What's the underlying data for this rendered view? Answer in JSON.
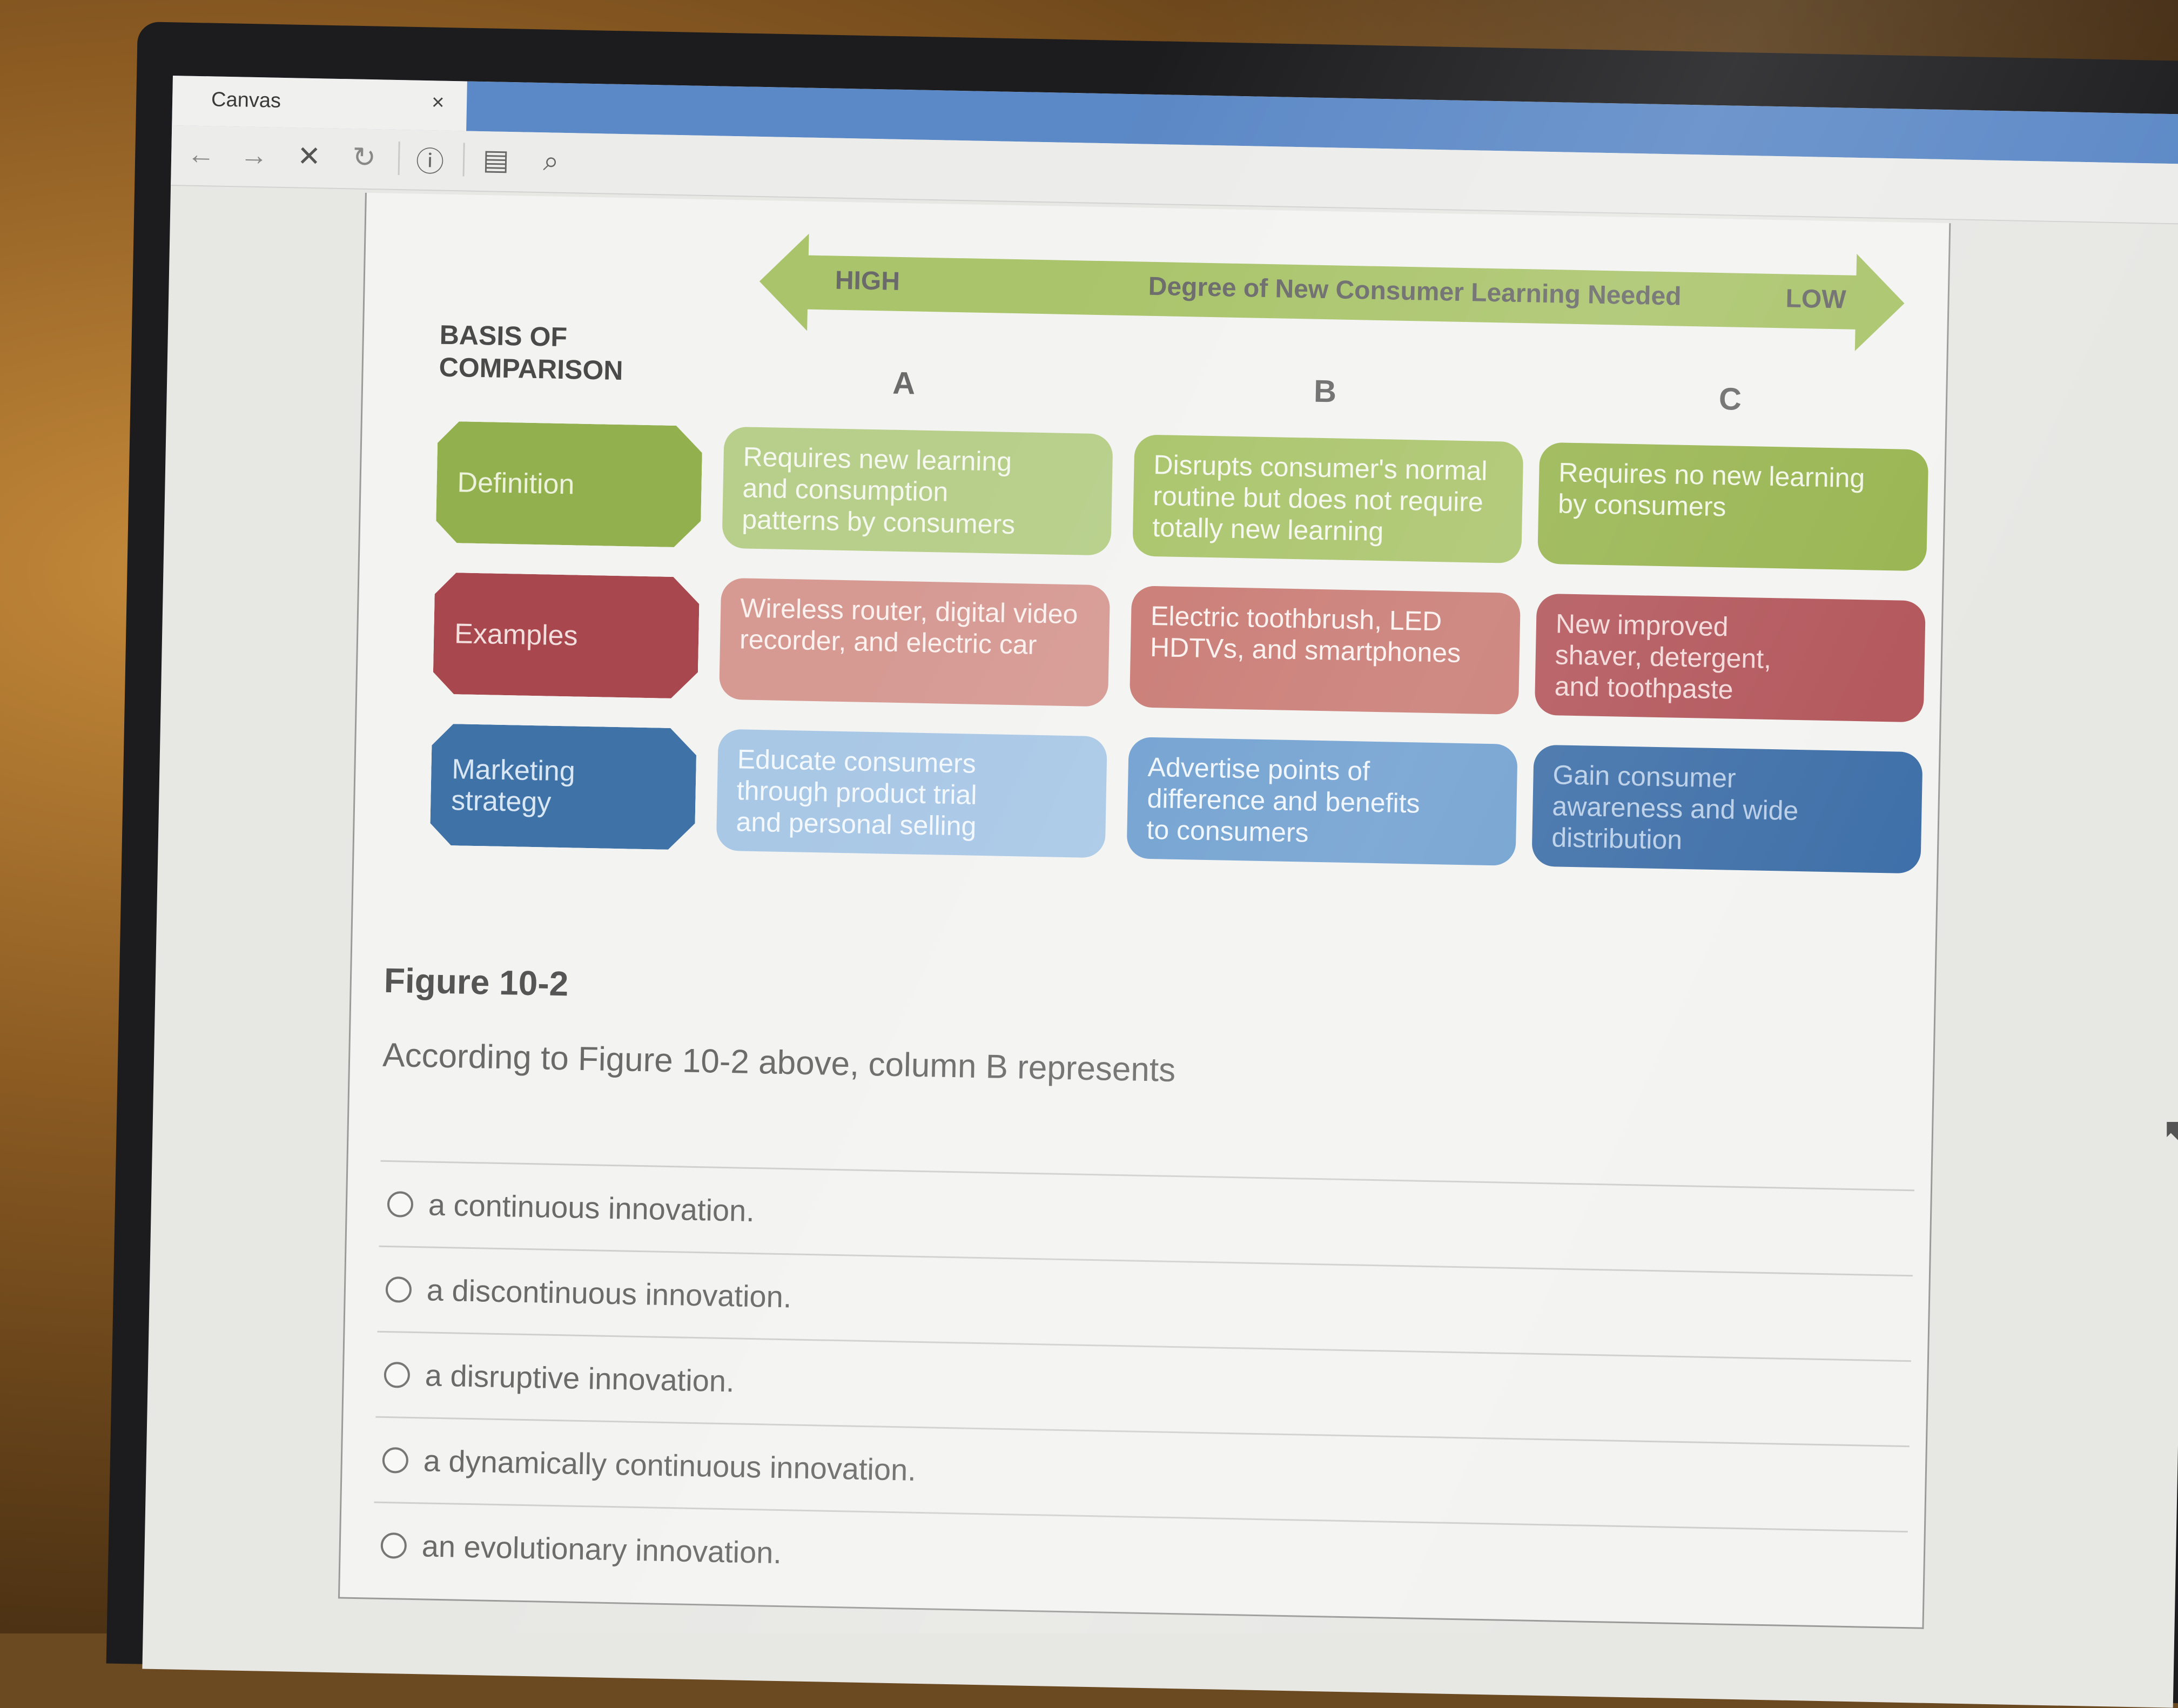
{
  "browser": {
    "tab_title": "Canvas",
    "tab_close": "×",
    "toolbar": {
      "back": "←",
      "forward": "→",
      "stop": "✕",
      "reload": "↻",
      "info": "ⓘ",
      "doc": "▤",
      "search": "⌕"
    }
  },
  "figure": {
    "axis": {
      "high": "HIGH",
      "title": "Degree of New Consumer Learning Needed",
      "low": "LOW",
      "color": "#a9c46a"
    },
    "basis_line1": "BASIS OF",
    "basis_line2": "COMPARISON",
    "columns": [
      "A",
      "B",
      "C"
    ],
    "rows": [
      {
        "label": "Definition",
        "label_color": "#93b04f",
        "cells": [
          {
            "lines": [
              "Requires new learning",
              "and consumption",
              "patterns by consumers"
            ],
            "color": "#b7cf8a"
          },
          {
            "lines": [
              "Disrupts consumer's normal",
              "routine but does not require",
              "totally new learning"
            ],
            "color": "#a9c46a"
          },
          {
            "lines": [
              "Requires no new learning",
              "by consumers"
            ],
            "color": "#97b44e"
          }
        ]
      },
      {
        "label": "Examples",
        "label_color": "#a8484e",
        "cells": [
          {
            "lines": [
              "Wireless router, digital video",
              "recorder, and electric car"
            ],
            "color": "#d69a93"
          },
          {
            "lines": [
              "Electric toothbrush, LED",
              "HDTVs, and smartphones"
            ],
            "color": "#c97a73"
          },
          {
            "lines": [
              "New improved",
              "shaver, detergent,",
              "and toothpaste"
            ],
            "color": "#b2555a"
          }
        ]
      },
      {
        "label_lines": [
          "Marketing",
          "strategy"
        ],
        "label_color": "#3f73a8",
        "cells": [
          {
            "lines": [
              "Educate consumers",
              "through product trial",
              "and personal selling"
            ],
            "color": "#a9c8e6"
          },
          {
            "lines": [
              "Advertise points of",
              "difference and benefits",
              "to consumers"
            ],
            "color": "#6f9fd0"
          },
          {
            "lines": [
              "Gain consumer",
              "awareness and wide",
              "distribution"
            ],
            "color": "#3e6fa8"
          }
        ]
      }
    ]
  },
  "caption": "Figure 10-2",
  "question": "According to Figure 10-2 above, column B represents",
  "answers": [
    "a continuous innovation.",
    "a discontinuous innovation.",
    "a disruptive innovation.",
    "a dynamically continuous innovation.",
    "an evolutionary innovation."
  ]
}
